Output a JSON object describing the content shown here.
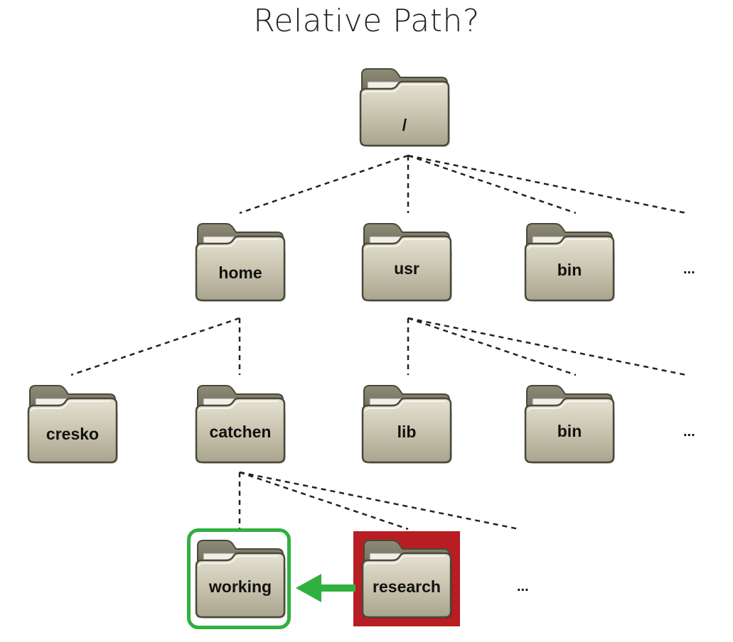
{
  "title": "Relative Path?",
  "colors": {
    "highlight_current": "#2fb03f",
    "highlight_source": "#b81d24",
    "arrow": "#2fb03f"
  },
  "nodes": {
    "root": "/",
    "home": "home",
    "usr": "usr",
    "bin_top": "bin",
    "cresko": "cresko",
    "catchen": "catchen",
    "lib": "lib",
    "bin_usr": "bin",
    "working": "working",
    "research": "research"
  },
  "ellipses": {
    "level1": "...",
    "level2": "...",
    "level3": "..."
  }
}
